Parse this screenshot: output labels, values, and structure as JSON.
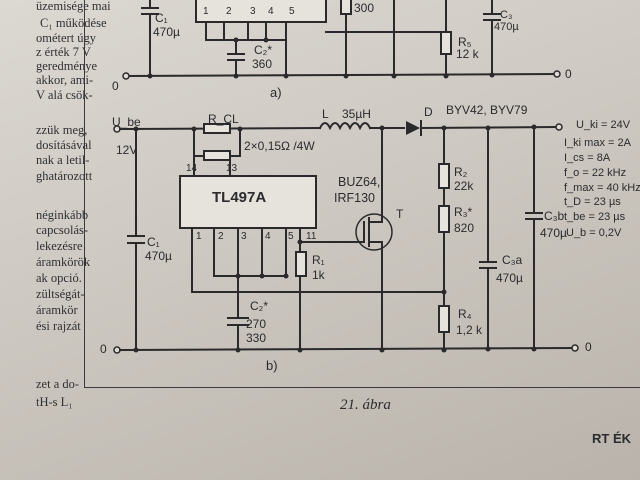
{
  "left_column_text": [
    "üzemisége mai",
    "C₁ működése",
    "ométert úgy",
    "z érték 7 V",
    "geredménye",
    "akkor, ami-",
    "V alá csök-",
    "zzük meg,",
    "dosításával",
    "nak a letil-",
    "ghatározott",
    "négink​ább",
    "capcsolás-",
    "lekezésre",
    "áramkörök",
    "ak opció.",
    "zültségát-",
    "áramkör",
    "ési rajzát",
    "zet a do-",
    "tH-s L₁"
  ],
  "top_circuit": {
    "c1": "C₁",
    "c1_val": "470µ",
    "pins": [
      "1",
      "2",
      "3",
      "4",
      "5"
    ],
    "r300": "300",
    "c2": "C₂*",
    "c2_val": "360",
    "r5": "R₅",
    "r5_val": "12 k",
    "c3": "C₃",
    "c3_val": "470µ",
    "zero_left": "0",
    "zero_right": "0",
    "label": "a)"
  },
  "bottom_circuit": {
    "ube": "U_be",
    "v12": "12V",
    "rcl": "R_CL",
    "rcl_val": "2×0,15Ω /4W",
    "inductor": "L",
    "inductor_val": "35µH",
    "diode": "D",
    "diode_types": "BYV42, BYV79",
    "ic": "TL497A",
    "pin14": "14",
    "pin13": "13",
    "ic_pins": [
      "1",
      "2",
      "3",
      "4",
      "5",
      "11"
    ],
    "fet": "BUZ64,",
    "fet2": "IRF130",
    "fet_t": "T",
    "c1": "C₁",
    "c1_val": "470µ",
    "c2": "C₂*",
    "c2_val1": "270",
    "c2_val2": "330",
    "r1": "R₁",
    "r1_val": "1k",
    "r2": "R₂",
    "r2_val": "22k",
    "r3": "R₃*",
    "r3_val": "820",
    "r4": "R₄",
    "r4_val": "1,2 k",
    "c3a": "C₃a",
    "c3a_val": "470µ",
    "c3b": "C₃b",
    "c3b_val": "470µ",
    "zero_left": "0",
    "zero_right": "0",
    "label": "b)"
  },
  "specs": [
    "U_ki = 24V",
    "I_ki max = 2A",
    "I_cs = 8A",
    "f_o = 22 kHz",
    "f_max = 40 kHz",
    "t_D = 23 µs",
    "t_be = 23 µs",
    "U_b = 0,2V"
  ],
  "caption": "21. ábra",
  "bottom_left_text": [
    "zet a do-",
    "tH-s L₁"
  ],
  "page_corner": "RT ÉK"
}
